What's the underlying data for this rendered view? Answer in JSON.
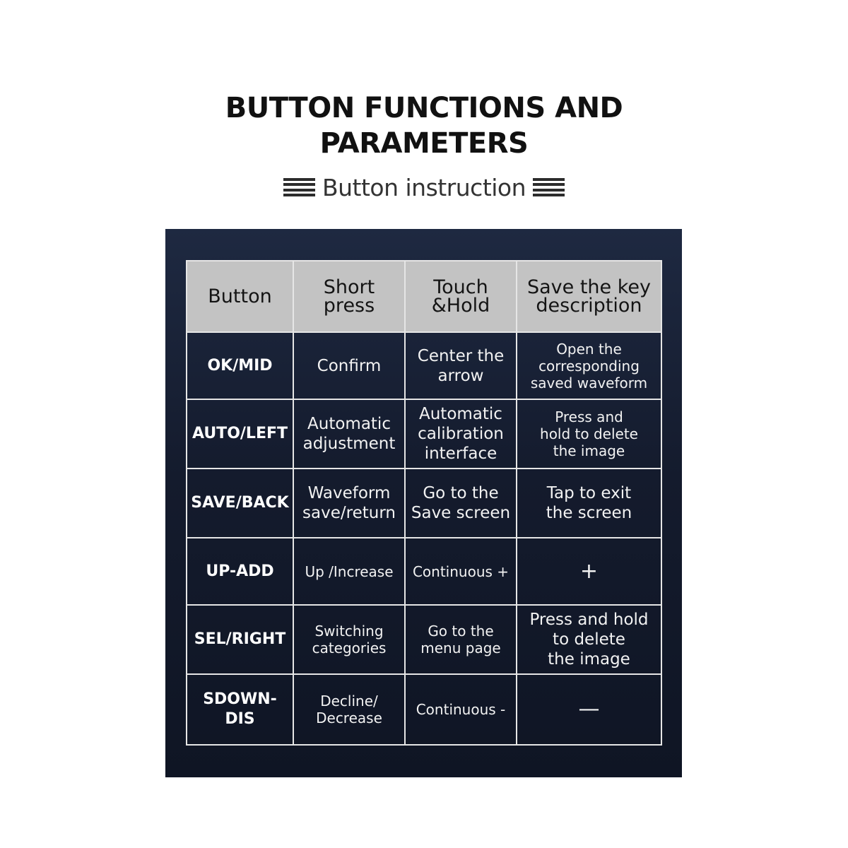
{
  "title": {
    "line1": "BUTTON FUNCTIONS AND",
    "line2": "PARAMETERS"
  },
  "subtitle": "Button instruction",
  "table": {
    "headers": [
      "Button",
      "Short\npress",
      "Touch\n&Hold",
      "Save the key\ndescription"
    ],
    "rows": [
      [
        "OK/MID",
        "Confirm",
        "Center the\narrow",
        "Open the\ncorresponding\nsaved waveform"
      ],
      [
        "AUTO/LEFT",
        "Automatic\nadjustment",
        "Automatic\ncalibration\ninterface",
        "Press and\nhold to delete\nthe image"
      ],
      [
        "SAVE/BACK",
        "Waveform\nsave/return",
        "Go to the\nSave screen",
        "Tap to exit\nthe screen"
      ],
      [
        "UP-ADD",
        "Up /Increase",
        "Continuous +",
        "+"
      ],
      [
        "SEL/RIGHT",
        "Switching\ncategories",
        "Go to the\nmenu page",
        "Press and hold\nto delete\nthe image"
      ],
      [
        "SDOWN-DIS",
        "Decline/\nDecrease",
        "Continuous -",
        "—"
      ]
    ]
  }
}
